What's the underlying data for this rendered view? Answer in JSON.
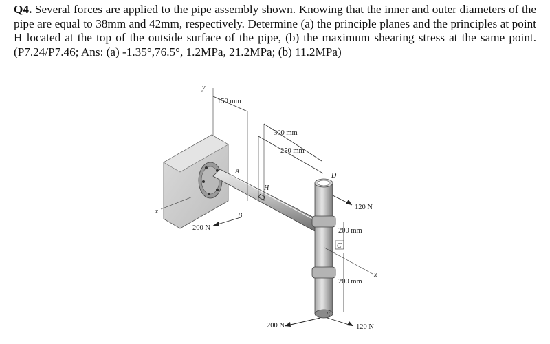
{
  "problem": {
    "number": "Q4.",
    "text": "Several forces are applied to the pipe assembly shown. Knowing that the inner and outer diameters of the pipe are equal to 38mm and 42mm, respectively. Determine (a) the principle planes and the principles at point H located at the top of the outside surface of the pipe, (b) the maximum shearing stress at the same point. (P7.24/P7.46; Ans: (a) -1.35°,76.5°, 1.2MPa, 21.2MPa; (b) 11.2MPa)"
  },
  "figure": {
    "dims": {
      "d150": "150 mm",
      "d300": "300 mm",
      "d250": "250 mm",
      "d200_upper": "200 mm",
      "d200_lower": "200 mm"
    },
    "forces": {
      "f200_left": "200 N",
      "f200_bottom": "200 N",
      "f120_upper": "120 N",
      "f120_lower": "120 N"
    },
    "points": {
      "A": "A",
      "B": "B",
      "H": "H",
      "C": "C",
      "D": "D",
      "E": "E"
    },
    "axes": {
      "x": "x",
      "y": "y",
      "z": "z"
    }
  }
}
